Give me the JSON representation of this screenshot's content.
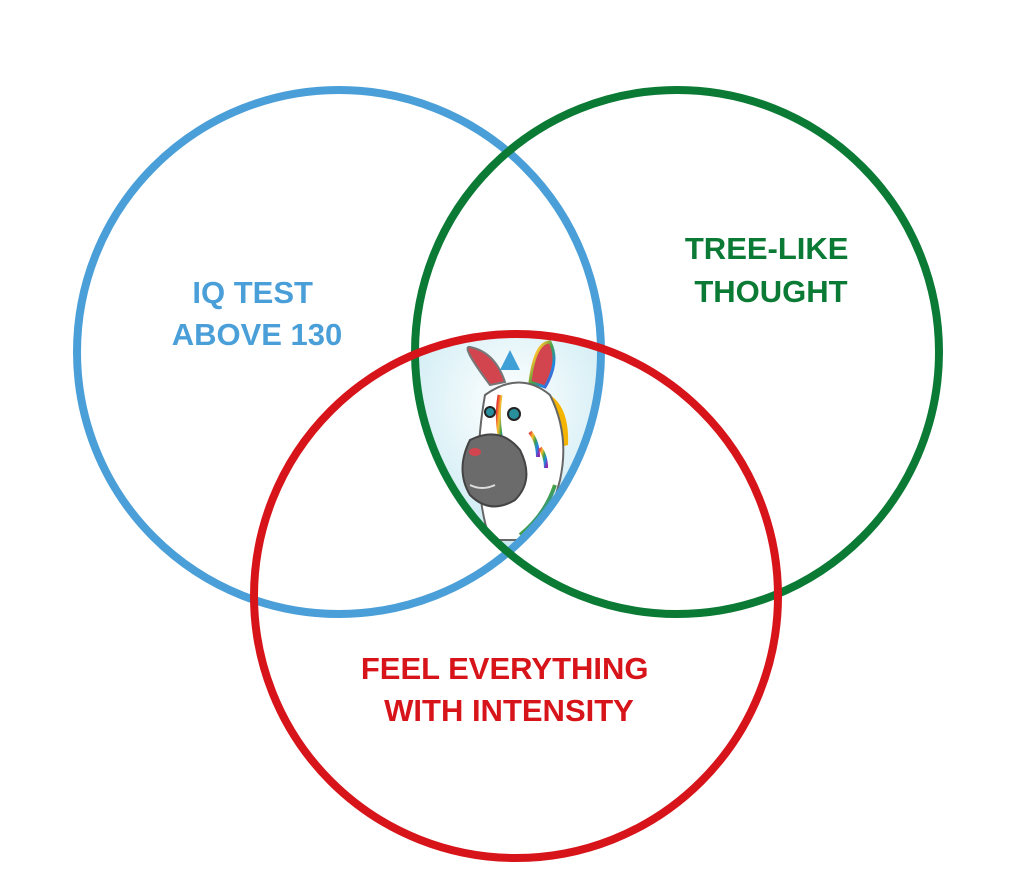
{
  "diagram": {
    "type": "venn",
    "sets": [
      {
        "id": "iq",
        "lines": [
          "IQ TEST",
          "ABOVE 130"
        ],
        "color": "#4A9FD8"
      },
      {
        "id": "tree",
        "lines": [
          "TREE-LIKE",
          "THOUGHT"
        ],
        "color": "#0A7A35"
      },
      {
        "id": "feel",
        "lines": [
          "FEEL EVERYTHING",
          "WITH INTENSITY"
        ],
        "color": "#D7141A"
      }
    ],
    "center_icon": "rainbow-zebra-mascot-icon"
  }
}
